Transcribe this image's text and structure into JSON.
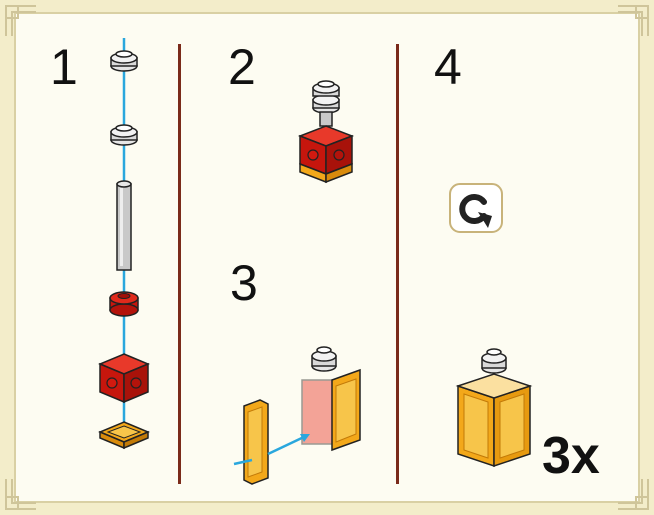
{
  "steps": [
    {
      "number": "1"
    },
    {
      "number": "2"
    },
    {
      "number": "3"
    },
    {
      "number": "4"
    }
  ],
  "multiplier": "3x",
  "icons": {
    "rotate": "rotate-model-icon"
  },
  "colors": {
    "background": "#fdfcf2",
    "border": "#d9d0a4",
    "divider": "#7a2a1a",
    "brick_red": "#d11a10",
    "tile_gold": "#f3a81a",
    "bar_grey": "#c9c9c9",
    "assembly_line": "#2aa7dd"
  }
}
